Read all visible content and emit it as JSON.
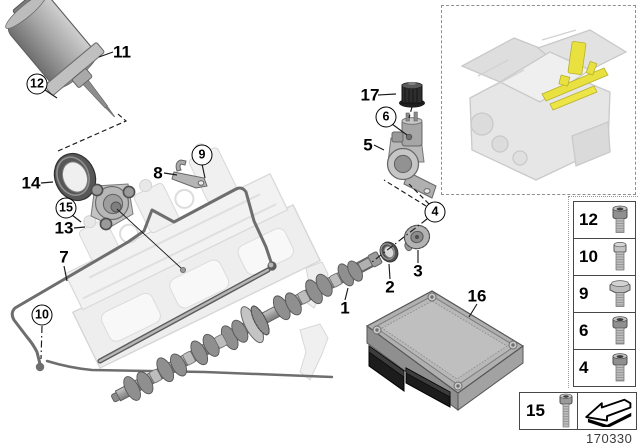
{
  "diagram": {
    "number": "170330",
    "background_color": "#ffffff",
    "highlight_color": "#e9e13f"
  },
  "callouts": {
    "1": "1",
    "2": "2",
    "3": "3",
    "4": "4",
    "5": "5",
    "6": "6",
    "7": "7",
    "8": "8",
    "9": "9",
    "10": "10",
    "11": "11",
    "12": "12",
    "13": "13",
    "14": "14",
    "15": "15",
    "16": "16",
    "17": "17"
  },
  "legend": {
    "rows": [
      {
        "label": "12",
        "icon": "socket-head-cap-screw-icon"
      },
      {
        "label": "10",
        "icon": "hex-bolt-icon"
      },
      {
        "label": "9",
        "icon": "hex-head-bolt-icon"
      },
      {
        "label": "6",
        "icon": "socket-head-cap-screw-icon"
      },
      {
        "label": "4",
        "icon": "socket-head-cap-screw-icon"
      }
    ],
    "extra_row": {
      "label": "15",
      "icon": "long-socket-head-screw-icon"
    },
    "nav_icon": "direction-arrow-icon"
  },
  "part_semantics": {
    "1": "camshaft",
    "2": "spacer-ring",
    "3": "impulse-wheel",
    "5": "solenoid-valve-housing",
    "7": "valve-cover-gasket",
    "8": "holder-bracket",
    "11": "actuator-motor",
    "13": "shaft-sensor",
    "14": "seal-ring",
    "16": "engine-control-unit",
    "17": "protection-cap",
    "thumbnail": "engine-overview"
  }
}
